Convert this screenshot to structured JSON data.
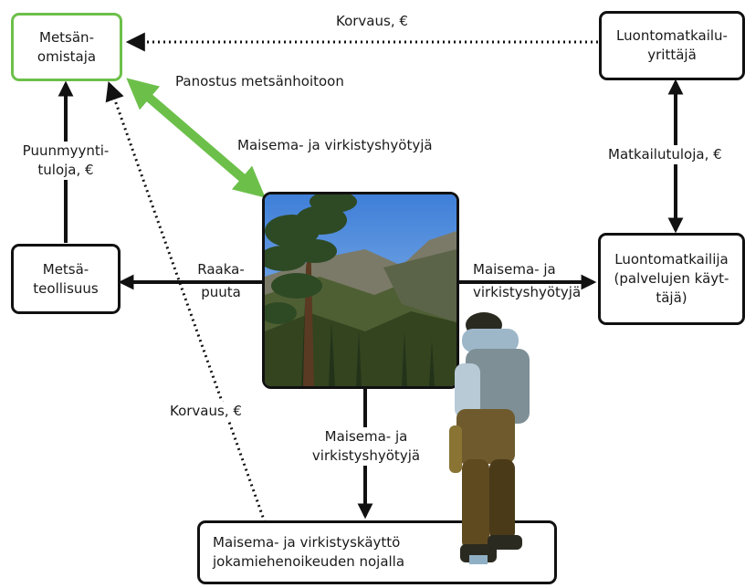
{
  "boxes": {
    "owner": [
      "Metsän-",
      "omistaja"
    ],
    "tourism_company": [
      "Luontomatkailu-",
      "yrittäjä"
    ],
    "forest_industry": [
      "Metsä-",
      "teollisuus"
    ],
    "nature_tourist": [
      "Luontomatkailija",
      "(palvelujen käyt-",
      "täjä)"
    ],
    "everyman_use": [
      "Maisema- ja virkistyskäyttö",
      "jokamiehenoikeuden nojalla"
    ]
  },
  "labels": {
    "compensation_top": "Korvaus, €",
    "investment": "Panostus metsänhoitoon",
    "landscape_benefits_top": "Maisema- ja virkistyshyötyjä",
    "timber_sales": [
      "Puunmyynti-",
      "tuloja, €"
    ],
    "tourism_income": "Matkailutuloja, €",
    "raw_timber": [
      "Raaka-",
      "puuta"
    ],
    "landscape_benefits_right": [
      "Maisema- ja",
      "virkistyshyötyjä"
    ],
    "compensation_left": "Korvaus, €",
    "landscape_benefits_bottom": [
      "Maisema- ja",
      "virkistyshyötyjä"
    ]
  },
  "colors": {
    "accent_green": "#6cc04a",
    "line": "#111111"
  },
  "icons": {
    "photo": "forest-valley-photo",
    "hiker": "backpacker-illustration"
  }
}
